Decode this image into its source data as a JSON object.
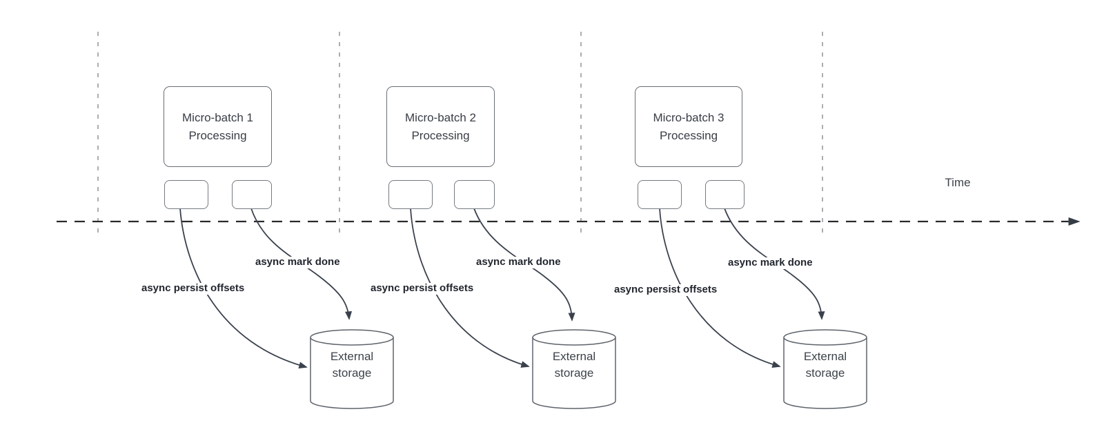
{
  "colors": {
    "canvas_bg": "#ffffff",
    "timeline_marker": "#9ba0a6",
    "time_axis": "#28292b",
    "arrow": "#3a414d",
    "shape_border": "#6b7077"
  },
  "diagram": {
    "time_axis": {
      "label": "Time"
    },
    "groups": [
      {
        "batch_label": "Micro-batch 1\nProcessing",
        "persist_label": "async persist offsets",
        "mark_done_label": "async mark done",
        "storage_label": "External\nstorage"
      },
      {
        "batch_label": "Micro-batch 2\nProcessing",
        "persist_label": "async persist offsets",
        "mark_done_label": "async mark done",
        "storage_label": "External\nstorage"
      },
      {
        "batch_label": "Micro-batch 3\nProcessing",
        "persist_label": "async persist offsets",
        "mark_done_label": "async mark done",
        "storage_label": "External\nstorage"
      }
    ]
  }
}
